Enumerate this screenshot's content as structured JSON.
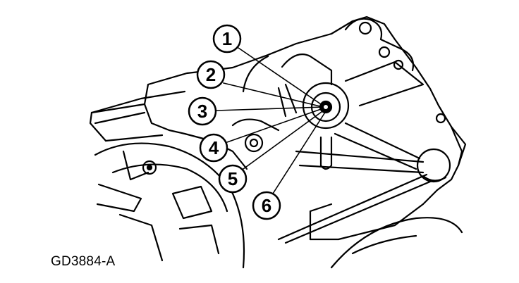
{
  "figure_code": "GD3884-A",
  "callouts": [
    "1",
    "2",
    "3",
    "4",
    "5",
    "6"
  ],
  "colors": {
    "ink": "#000000",
    "paper": "#ffffff"
  }
}
